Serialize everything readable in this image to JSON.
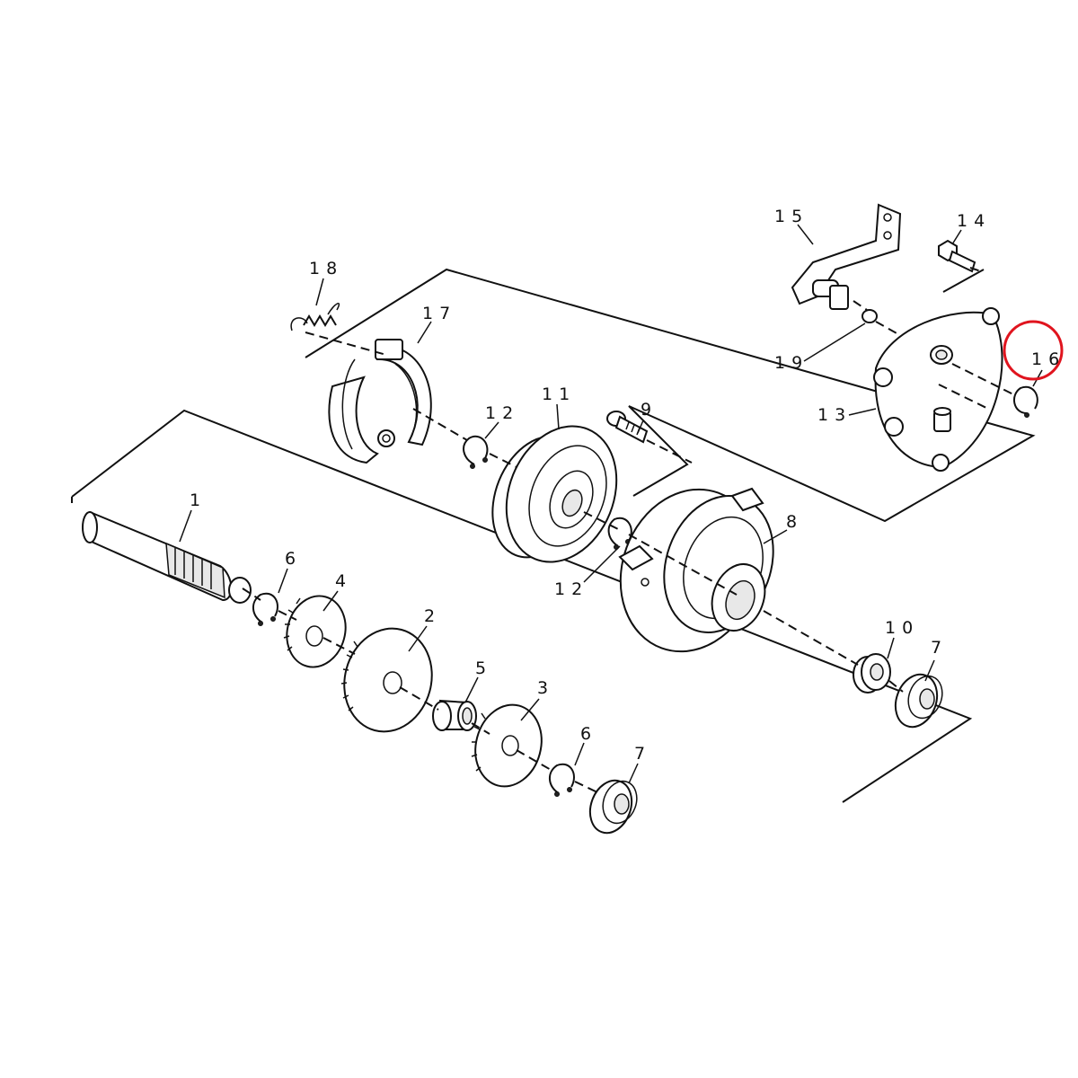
{
  "labels": {
    "p1": "1",
    "p2": "2",
    "p3": "3",
    "p4": "4",
    "p5": "5",
    "p6a": "6",
    "p6b": "6",
    "p7a": "7",
    "p7b": "7",
    "p8": "8",
    "p9": "9",
    "p10": "10",
    "p11": "11",
    "p12a": "12",
    "p12b": "12",
    "p13": "13",
    "p14": "14",
    "p15": "15",
    "p16": "16",
    "p17": "17",
    "p18": "18",
    "p19": "19"
  },
  "highlight": {
    "part": "16",
    "color": "#e0141e"
  }
}
